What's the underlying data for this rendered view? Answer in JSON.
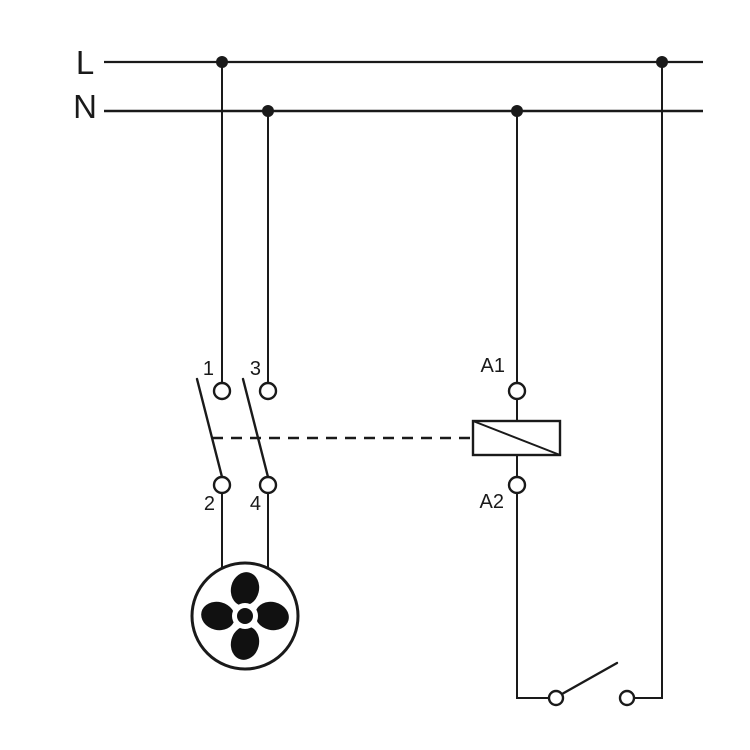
{
  "diagram": {
    "kind": "electrical-wiring-schematic",
    "colors": {
      "background": "#ffffff",
      "wire": "#1a1a1a",
      "neutral_wire": "#3c3ccf"
    },
    "bus": {
      "live_label": "L",
      "neutral_label": "N"
    },
    "contactor": {
      "pole1_top_label": "1",
      "pole1_bottom_label": "2",
      "pole2_top_label": "3",
      "pole2_bottom_label": "4"
    },
    "coil": {
      "top_terminal_label": "A1",
      "bottom_terminal_label": "A2"
    },
    "icons": {
      "fan": "fan-motor-icon",
      "coil": "relay-coil-icon",
      "switch": "control-switch-icon"
    }
  }
}
